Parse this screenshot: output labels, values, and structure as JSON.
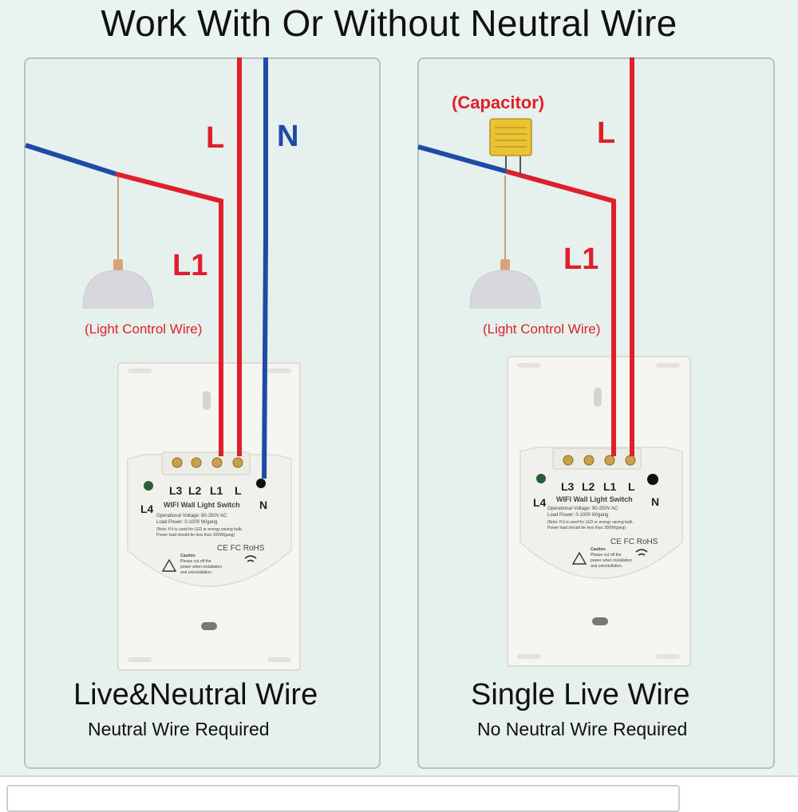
{
  "title": "Work With Or Without Neutral Wire",
  "left": {
    "label_L": "L",
    "label_N": "N",
    "label_L1": "L1",
    "lamp_note": "(Light Control Wire)",
    "caption": "Live&Neutral Wire",
    "subcaption": "Neutral Wire Required",
    "switch": {
      "terminals": [
        "L3",
        "L2",
        "L1",
        "L"
      ],
      "t4": "L4",
      "tn": "N",
      "name": "WIFI Wall Light Switch",
      "voltage": "Operational Voltage: 90-250V AC",
      "load": "Load Power: 0-1000 W/gang",
      "note1": "(Note: If it is used for LED or energy saving bulb,",
      "note2": "Power load should be less than 300W/gang)",
      "marks": "CE FC RoHS",
      "caution1": "Caution",
      "caution2": "Please cut off the",
      "caution3": "power when installation",
      "caution4": "and uninstallation."
    }
  },
  "right": {
    "capacitor_label": "(Capacitor)",
    "label_L": "L",
    "label_L1": "L1",
    "lamp_note": "(Light Control Wire)",
    "caption": "Single Live Wire",
    "subcaption": "No Neutral Wire Required",
    "switch": {
      "terminals": [
        "L3",
        "L2",
        "L1",
        "L"
      ],
      "t4": "L4",
      "tn": "N",
      "name": "WIFI Wall Light Switch",
      "voltage": "Operational Voltage: 90-250V AC",
      "load": "Load Power: 0-1000 W/gang",
      "note1": "(Note: If it is used for LED or energy saving bulb,",
      "note2": "Power load should be less than 300W/gang)",
      "marks": "CE FC RoHS",
      "caution1": "Caution",
      "caution2": "Please cut off the",
      "caution3": "power when installation",
      "caution4": "and uninstallation."
    }
  },
  "colors": {
    "live": "#e01f2b",
    "neutral": "#1f4aa6",
    "panel_bg": "#e6f0ec",
    "switch_body": "#f4f4f2",
    "capacitor": "#e9c332"
  }
}
